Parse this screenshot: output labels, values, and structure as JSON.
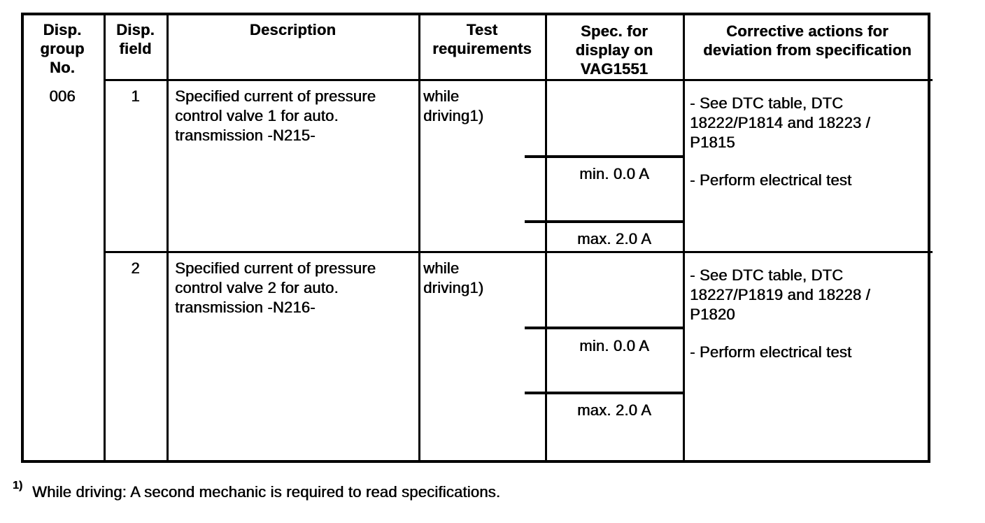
{
  "document": {
    "kind": "scanned service-manual measured-value-block table",
    "ink_color": "#000000",
    "paper_color": "#ffffff"
  },
  "table": {
    "headers": {
      "disp_group_no": "Disp.\ngroup\nNo.",
      "disp_field": "Disp.\nfield",
      "description": "Description",
      "test_requirements": "Test\nrequirements",
      "spec_display": "Spec. for\ndisplay on\nVAG1551",
      "corrective_actions": "Corrective actions for\ndeviation from specification"
    },
    "group_no": "006",
    "rows": [
      {
        "field": "1",
        "description": "Specified current of pressure\ncontrol valve 1 for auto.\ntransmission -N215-",
        "test_requirements": "while\ndriving1)",
        "spec_min": "min. 0.0 A",
        "spec_max": "max. 2.0 A",
        "corrective_dtc": "- See DTC table, DTC\n18222/P1814 and 18223 /\nP1815",
        "corrective_test": "- Perform electrical test"
      },
      {
        "field": "2",
        "description": "Specified current of pressure\ncontrol valve 2 for auto.\ntransmission -N216-",
        "test_requirements": "while\ndriving1)",
        "spec_min": "min. 0.0 A",
        "spec_max": "max. 2.0 A",
        "corrective_dtc": "- See DTC table, DTC\n18227/P1819 and 18228 /\nP1820",
        "corrective_test": "- Perform electrical test"
      }
    ]
  },
  "footnote": {
    "marker": "1)",
    "text": "While driving: A second mechanic is required to read specifications."
  }
}
